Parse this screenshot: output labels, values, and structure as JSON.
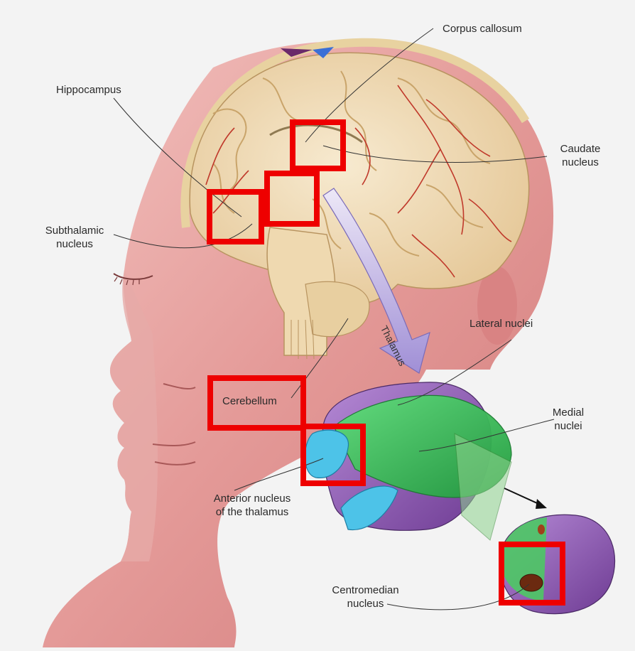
{
  "labels": {
    "corpus_callosum": "Corpus callosum",
    "hippocampus": "Hippocampus",
    "caudate_nucleus": [
      "Caudate",
      "nucleus"
    ],
    "subthalamic_nucleus": [
      "Subthalamic",
      "nucleus"
    ],
    "thalamus": "Thalamus",
    "lateral_nuclei": "Lateral nuclei",
    "cerebellum": "Cerebellum",
    "medial_nuclei": [
      "Medial",
      "nuclei"
    ],
    "anterior_nucleus": [
      "Anterior nucleus",
      "of the thalamus"
    ],
    "centromedian_nucleus": [
      "Centromedian",
      "nucleus"
    ]
  },
  "highlight_boxes": [
    "highlight-caudate",
    "highlight-thalamus",
    "highlight-subthalamic",
    "highlight-cerebellum",
    "highlight-anterior-nucleus",
    "highlight-centromedian"
  ],
  "colors": {
    "background": "#f3f3f3",
    "skin": "#e8a0a0",
    "skin_shadow": "#c96a6a",
    "brain": "#f2dfb4",
    "vessels": "#c0392b",
    "highlight": "#ee0000",
    "thalamus_arrow": "#a99ad8",
    "lateral_nuclei": "#8e55b0",
    "medial_nuclei": "#2fbf4f",
    "anterior_nucleus": "#4dc3e8",
    "centromedian": "#6b2a10"
  }
}
